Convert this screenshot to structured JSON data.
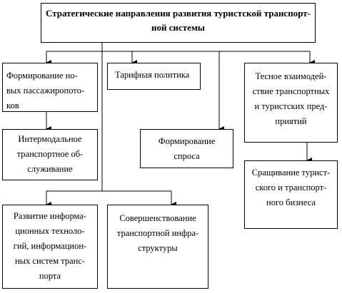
{
  "diagram": {
    "root": {
      "label": "Стратегические направления развития туристской транспорт-\nной системы"
    },
    "boxes": {
      "formation_passenger_flows": "Формирование но-\nвых пассажиропото-\nков",
      "tariff_policy": "Тарифная политика",
      "close_interaction": "Тесное взаимодей-\nствие транспортных\nи туристских пред-\nприятий",
      "intermodal_service": "Интермодальное\nтранспортное об-\nслуживание",
      "demand_formation": "Формирование\nспроса",
      "business_merging": "Сращивание турист-\nского и транспорт-\nного бизнеса",
      "info_technologies": "Развитие информа-\nционных техноло-\nгий, информацион-\nных систем транс-\nпорта",
      "infrastructure_improvement": "Совершенствование\nтранспортной инфра-\nструктуры"
    }
  }
}
